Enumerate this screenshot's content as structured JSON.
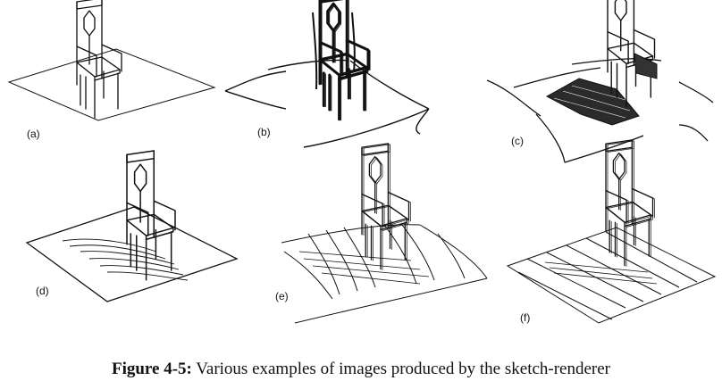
{
  "figure": {
    "panels": [
      {
        "id": "a",
        "label": "(a)",
        "style": "clean outline, no shading"
      },
      {
        "id": "b",
        "label": "(b)",
        "style": "heavy wobbly outline"
      },
      {
        "id": "c",
        "label": "(c)",
        "style": "solid hatched shadow"
      },
      {
        "id": "d",
        "label": "(d)",
        "style": "scribbled shadow"
      },
      {
        "id": "e",
        "label": "(e)",
        "style": "curved ground hatching"
      },
      {
        "id": "f",
        "label": "(f)",
        "style": "straight ground hatching"
      }
    ]
  },
  "caption": {
    "label": "Figure 4-5:",
    "text": " Various examples of images produced by the sketch-renderer"
  }
}
